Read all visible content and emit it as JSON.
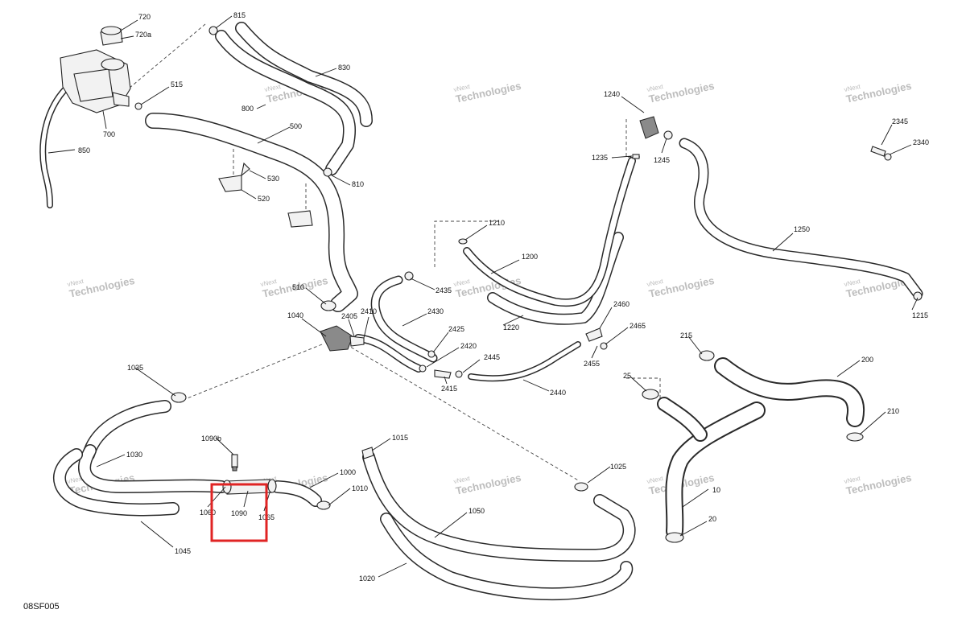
{
  "diagram_ref": "08SF005",
  "watermark": {
    "brand": "vNext",
    "text": "Technologies"
  },
  "callouts": {
    "c10": "10",
    "c20": "20",
    "c25": "25",
    "c200": "200",
    "c210": "210",
    "c215": "215",
    "c500": "500",
    "c510": "510",
    "c515": "515",
    "c520": "520",
    "c530": "530",
    "c700": "700",
    "c720": "720",
    "c720a": "720a",
    "c800": "800",
    "c810": "810",
    "c815": "815",
    "c830": "830",
    "c850": "850",
    "c1000": "1000",
    "c1010": "1010",
    "c1015": "1015",
    "c1020": "1020",
    "c1025": "1025",
    "c1030": "1030",
    "c1035": "1035",
    "c1040": "1040",
    "c1045": "1045",
    "c1050": "1050",
    "c1060": "1060",
    "c1065": "1065",
    "c1090": "1090",
    "c1090b": "1090b",
    "c1200": "1200",
    "c1210": "1210",
    "c1215": "1215",
    "c1220": "1220",
    "c1235": "1235",
    "c1240": "1240",
    "c1245": "1245",
    "c1250": "1250",
    "c2340": "2340",
    "c2345": "2345",
    "c2405": "2405",
    "c2410": "2410",
    "c2415": "2415",
    "c2420": "2420",
    "c2425": "2425",
    "c2430": "2430",
    "c2435": "2435",
    "c2440": "2440",
    "c2445": "2445",
    "c2455": "2455",
    "c2460": "2460",
    "c2465": "2465"
  },
  "highlight": {
    "target": "1090",
    "color": "#e02424"
  }
}
